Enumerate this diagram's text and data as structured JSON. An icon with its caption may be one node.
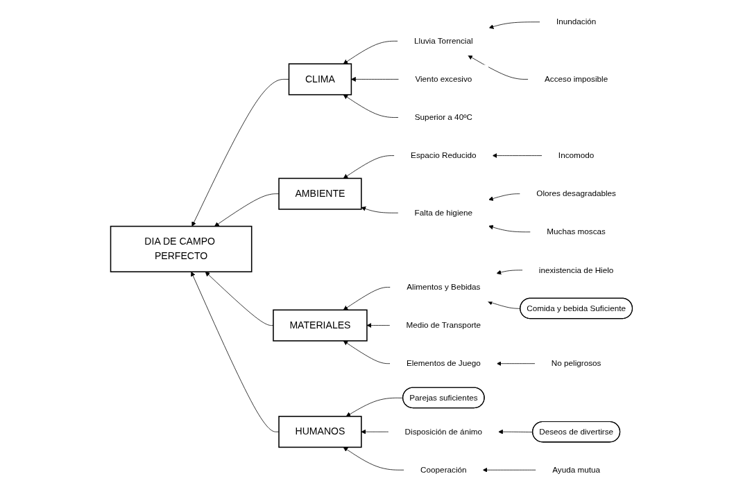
{
  "diagram": {
    "nodes": [
      {
        "text": [
          "CLIMA"
        ]
      },
      {
        "text": [
          "Inundación"
        ]
      },
      {
        "text": [
          "Lluvia Torrencial"
        ]
      },
      {
        "text": [
          "Acceso imposible"
        ]
      },
      {
        "text": [
          "Viento excesivo"
        ]
      },
      {
        "text": [
          "Superior a 40ºC"
        ]
      },
      {
        "text": [
          "AMBIENTE"
        ]
      },
      {
        "text": [
          "Espacio Reducido"
        ]
      },
      {
        "text": [
          "Incomodo"
        ]
      },
      {
        "text": [
          "Olores desagradables"
        ]
      },
      {
        "text": [
          "Falta de higiene"
        ]
      },
      {
        "text": [
          "Muchas moscas"
        ]
      },
      {
        "text": [
          "DIA DE CAMPO PERFECTO"
        ]
      },
      {
        "text": [
          "inexistencia de Hielo"
        ]
      },
      {
        "text": [
          "Alimentos y Bebidas"
        ]
      },
      {
        "text": [
          "Comida y bebida Suficiente"
        ]
      },
      {
        "text": [
          "Medio de Transporte"
        ]
      },
      {
        "text": [
          "Elementos de Juego"
        ]
      },
      {
        "text": [
          "No peligrosos"
        ]
      },
      {
        "text": [
          "MATERIALES"
        ]
      },
      {
        "text": [
          "Parejas suficientes"
        ]
      },
      {
        "text": [
          "Disposición de ánimo"
        ]
      },
      {
        "text": [
          "Deseos de divertirse"
        ]
      },
      {
        "text": [
          "Cooperación"
        ]
      },
      {
        "text": [
          "Ayuda mutua"
        ]
      },
      {
        "text": [
          "HUMANOS"
        ]
      }
    ],
    "edges": [
      {
        "from": 1,
        "to": 2,
        "arrow": "to"
      },
      {
        "from": 2,
        "to": 0,
        "arrow": "to"
      },
      {
        "from": 3,
        "to": 2,
        "arrow": "to"
      },
      {
        "from": 4,
        "to": 0,
        "arrow": "to"
      },
      {
        "from": 5,
        "to": 0,
        "arrow": "to"
      },
      {
        "from": 0,
        "to": 12,
        "arrow": "to"
      },
      {
        "from": 7,
        "to": 6,
        "arrow": "to"
      },
      {
        "from": 8,
        "to": 7,
        "arrow": "to"
      },
      {
        "from": 9,
        "to": 10,
        "arrow": "to"
      },
      {
        "from": 10,
        "to": 6,
        "arrow": "to"
      },
      {
        "from": 11,
        "to": 10,
        "arrow": "to"
      },
      {
        "from": 6,
        "to": 12,
        "arrow": "to"
      },
      {
        "from": 13,
        "to": 14,
        "arrow": "to"
      },
      {
        "from": 14,
        "to": 19,
        "arrow": "to"
      },
      {
        "from": 15,
        "to": 14,
        "arrow": "to"
      },
      {
        "from": 16,
        "to": 19,
        "arrow": "to"
      },
      {
        "from": 17,
        "to": 19,
        "arrow": "to"
      },
      {
        "from": 18,
        "to": 17,
        "arrow": "to"
      },
      {
        "from": 19,
        "to": 12,
        "arrow": "to"
      },
      {
        "from": 20,
        "to": 25,
        "arrow": "to"
      },
      {
        "from": 21,
        "to": 25,
        "arrow": "to"
      },
      {
        "from": 22,
        "to": 21,
        "arrow": "to"
      },
      {
        "from": 23,
        "to": 25,
        "arrow": "to"
      },
      {
        "from": 24,
        "to": 23,
        "arrow": "to"
      },
      {
        "from": 25,
        "to": 12,
        "arrow": "to"
      }
    ]
  }
}
